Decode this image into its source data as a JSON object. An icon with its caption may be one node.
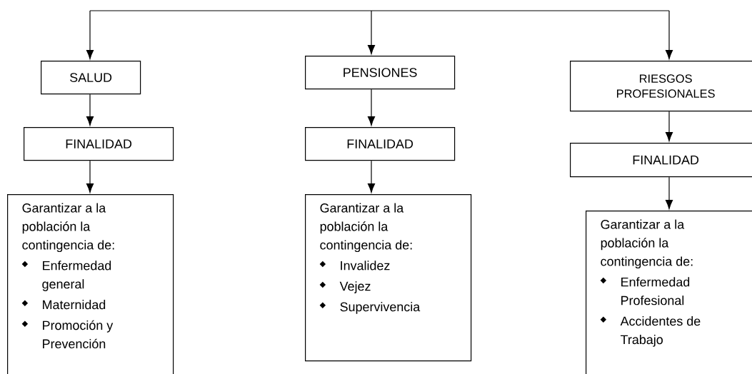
{
  "diagram": {
    "nodes": [
      {
        "text": [
          "SALUD"
        ]
      },
      {
        "text": [
          "FINALIDAD"
        ]
      },
      {
        "text": [
          "Garantizar a la población la contingencia de:",
          "Enfermedad general",
          "Maternidad",
          "Promoción y Prevención"
        ]
      },
      {
        "text": [
          "PENSIONES"
        ]
      },
      {
        "text": [
          "FINALIDAD"
        ]
      },
      {
        "text": [
          "Garantizar a la población la contingencia de:",
          "Invalidez",
          "Vejez",
          "Supervivencia"
        ]
      },
      {
        "text": [
          "RIESGOS PROFESIONALES"
        ]
      },
      {
        "text": [
          "FINALIDAD"
        ]
      },
      {
        "text": [
          "Garantizar a la población la contingencia de:",
          "Enfermedad Profesional",
          "Accidentes de Trabajo"
        ]
      }
    ],
    "edges": [
      {
        "from": null,
        "to": 0,
        "arrow": "to"
      },
      {
        "from": null,
        "to": 3,
        "arrow": "to"
      },
      {
        "from": null,
        "to": 6,
        "arrow": "to"
      },
      {
        "from": 0,
        "to": 1,
        "arrow": "to"
      },
      {
        "from": 1,
        "to": 2,
        "arrow": "to"
      },
      {
        "from": 3,
        "to": 4,
        "arrow": "to"
      },
      {
        "from": 4,
        "to": 5,
        "arrow": "to"
      },
      {
        "from": 6,
        "to": 7,
        "arrow": "to"
      },
      {
        "from": 7,
        "to": 8,
        "arrow": "to"
      }
    ]
  }
}
